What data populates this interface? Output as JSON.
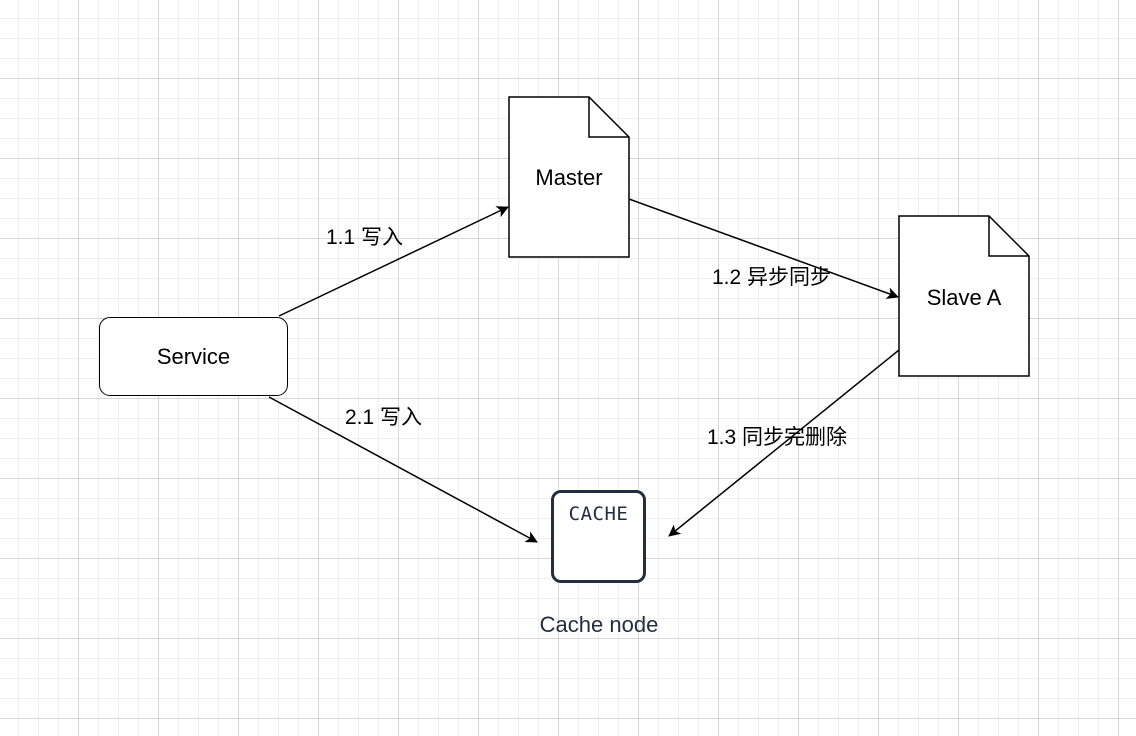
{
  "nodes": {
    "service": "Service",
    "master": "Master",
    "slave": "Slave A",
    "cache_icon_text": "CACHE",
    "cache_caption": "Cache node"
  },
  "edges": {
    "service_to_master": "1.1 写入",
    "master_to_slave": "1.2 异步同步",
    "slave_to_cache": "1.3  同步完删除",
    "service_to_cache": "2.1 写入"
  },
  "colors": {
    "stroke": "#000000",
    "cache_accent": "#232f3e",
    "grid_major": "#d6d6d6",
    "grid_minor": "#efefef"
  },
  "icons": {
    "cache": "cache-icon",
    "arrowhead": "arrowhead-icon"
  }
}
